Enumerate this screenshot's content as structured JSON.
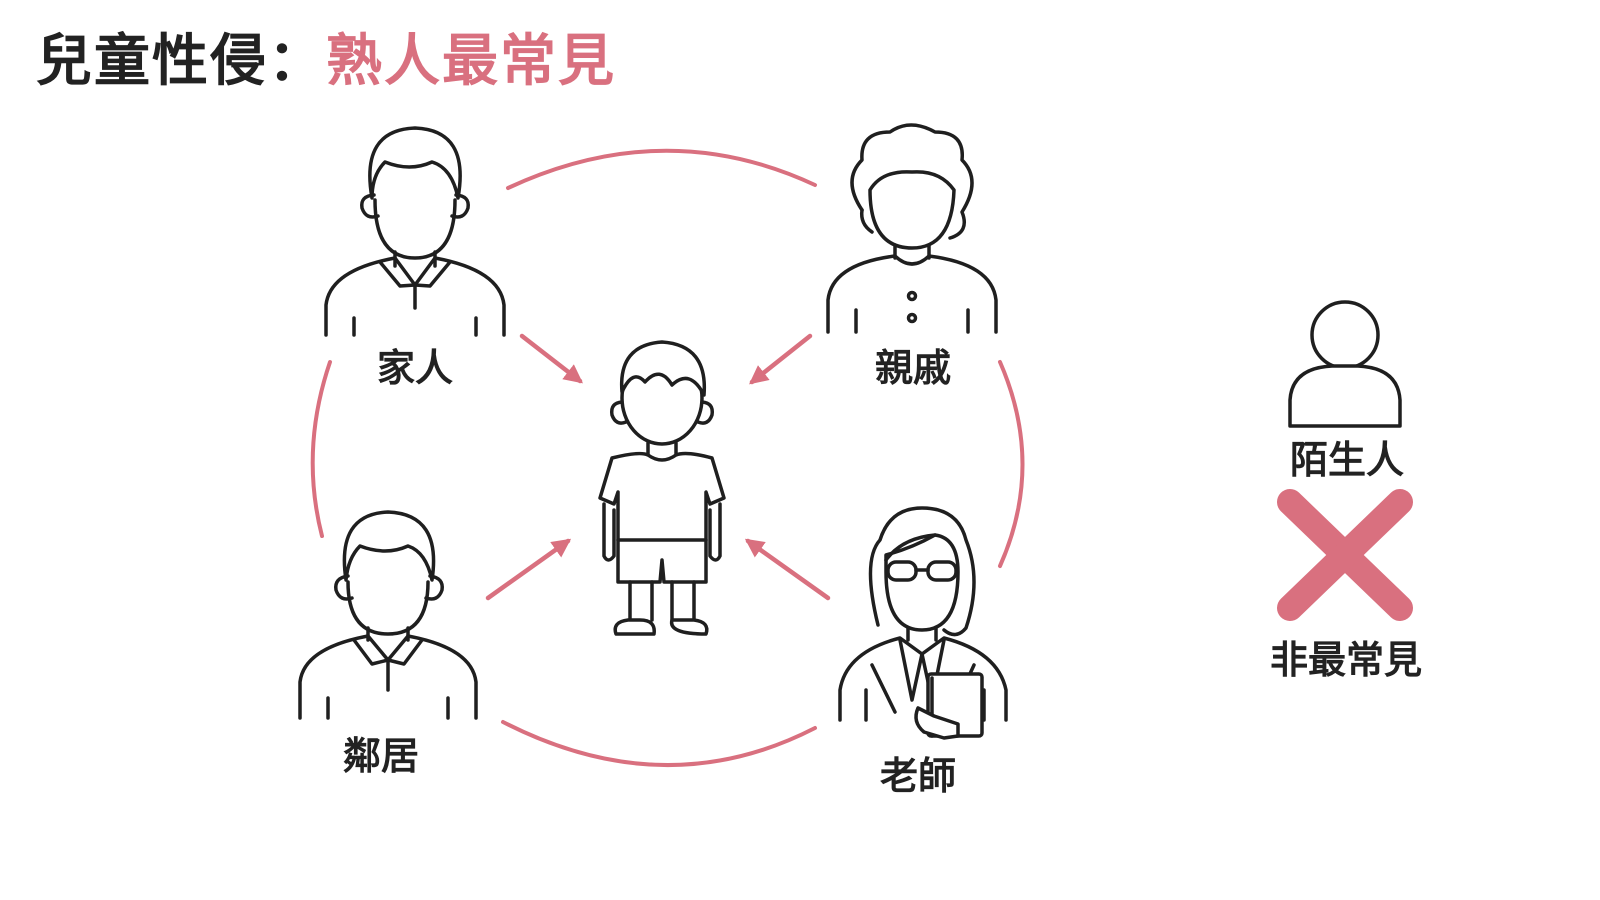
{
  "title": {
    "dark": "兒童性侵：",
    "accent": "熟人最常見"
  },
  "people": {
    "family": "家人",
    "relatives": "親戚",
    "neighbors": "鄰居",
    "teachers": "老師"
  },
  "stranger": {
    "label": "陌生人",
    "note": "非最常見"
  },
  "colors": {
    "accent": "#d9707f",
    "ink": "#1f1f1f"
  },
  "icons": [
    "child-icon",
    "family-person-icon",
    "relative-person-icon",
    "neighbor-person-icon",
    "teacher-person-icon",
    "stranger-person-icon",
    "cross-icon"
  ]
}
